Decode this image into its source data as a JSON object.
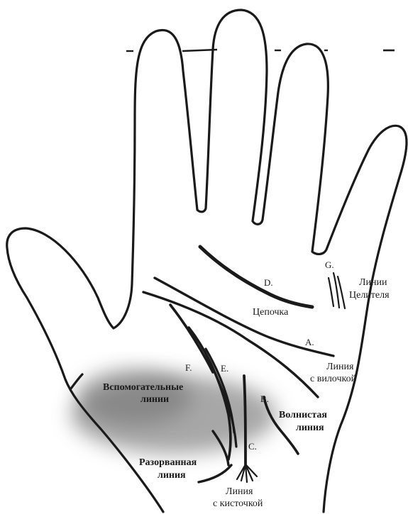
{
  "letters": {
    "a": "A.",
    "b": "B.",
    "c": "C.",
    "d": "D.",
    "e": "E.",
    "f": "F.",
    "g": "G."
  },
  "labels": {
    "healer_line1": "Линии",
    "healer_line2": "Целителя",
    "chain": "Цепочка",
    "fork_line1": "Линия",
    "fork_line2": "с вилочкой",
    "wavy_line1": "Волнистая",
    "wavy_line2": "линия",
    "auxiliary_line1": "Вспомогательные",
    "auxiliary_line2": "линии",
    "broken_line1": "Разорванная",
    "broken_line2": "линия",
    "tassel_line1": "Линия",
    "tassel_line2": "с кисточкой"
  },
  "colors": {
    "ink": "#1a1a1a",
    "paper": "#ffffff",
    "shadow": "#8a8a8a"
  }
}
